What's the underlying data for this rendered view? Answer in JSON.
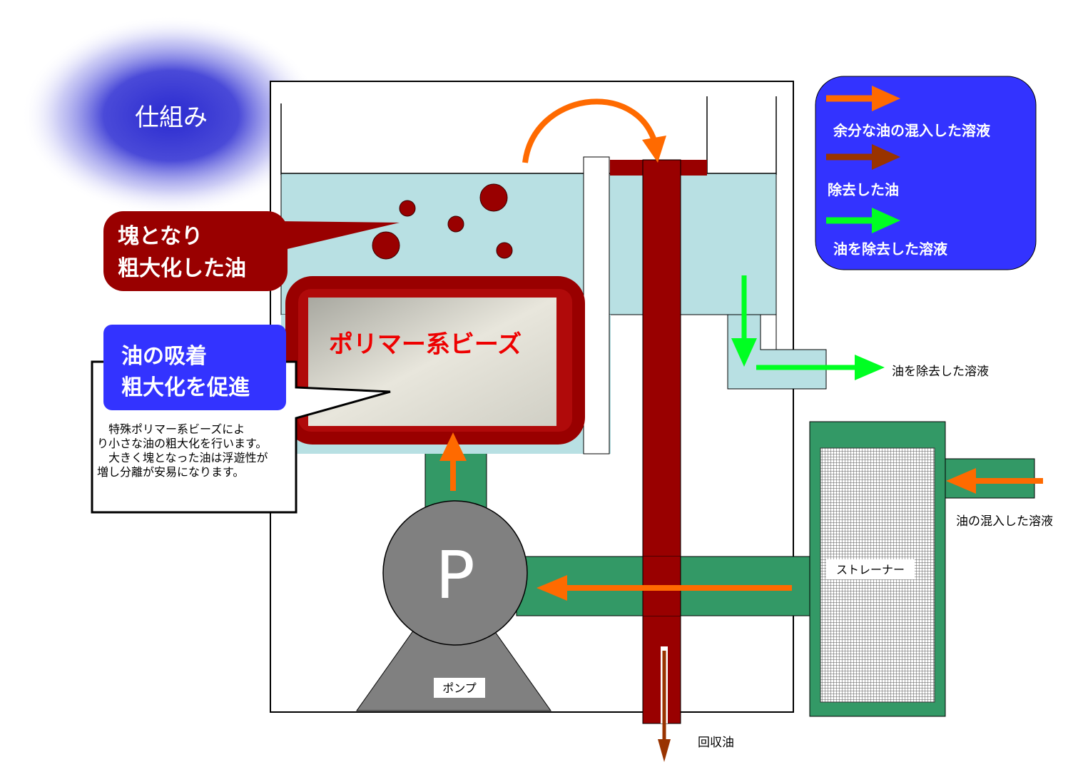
{
  "title": "仕組み",
  "callouts": {
    "coarse_oil_line1": "塊となり",
    "coarse_oil_line2": "粗大化した油",
    "adsorb_line1": "油の吸着",
    "adsorb_line2": "粗大化を促進"
  },
  "beads_label": "ポリマー系ビーズ",
  "description": "　特殊ポリマー系ビーズによ\nり小さな油の粗大化を行います。\n　大きく塊となった油は浮遊性が\n増し分離が安易になります。",
  "pump": {
    "letter": "P",
    "label": "ポンプ"
  },
  "strainer_label": "ストレーナー",
  "flow_labels": {
    "clean_out": "油を除去した溶液",
    "mixed_in": "油の混入した溶液",
    "recovered_oil": "回収油"
  },
  "legend": {
    "items": [
      {
        "label": "余分な油の混入した溶液",
        "color": "#ff6a00"
      },
      {
        "label": "除去した油",
        "color": "#993300"
      },
      {
        "label": "油を除去した溶液",
        "color": "#00ff22"
      }
    ],
    "background": "#3333ff"
  },
  "colors": {
    "water": "#b8e0e3",
    "oil": "#990000",
    "pipe_green": "#339966",
    "pump_gray": "#808080",
    "arrow_orange": "#ff6a00",
    "arrow_green": "#00ff22",
    "arrow_brown": "#993300"
  }
}
